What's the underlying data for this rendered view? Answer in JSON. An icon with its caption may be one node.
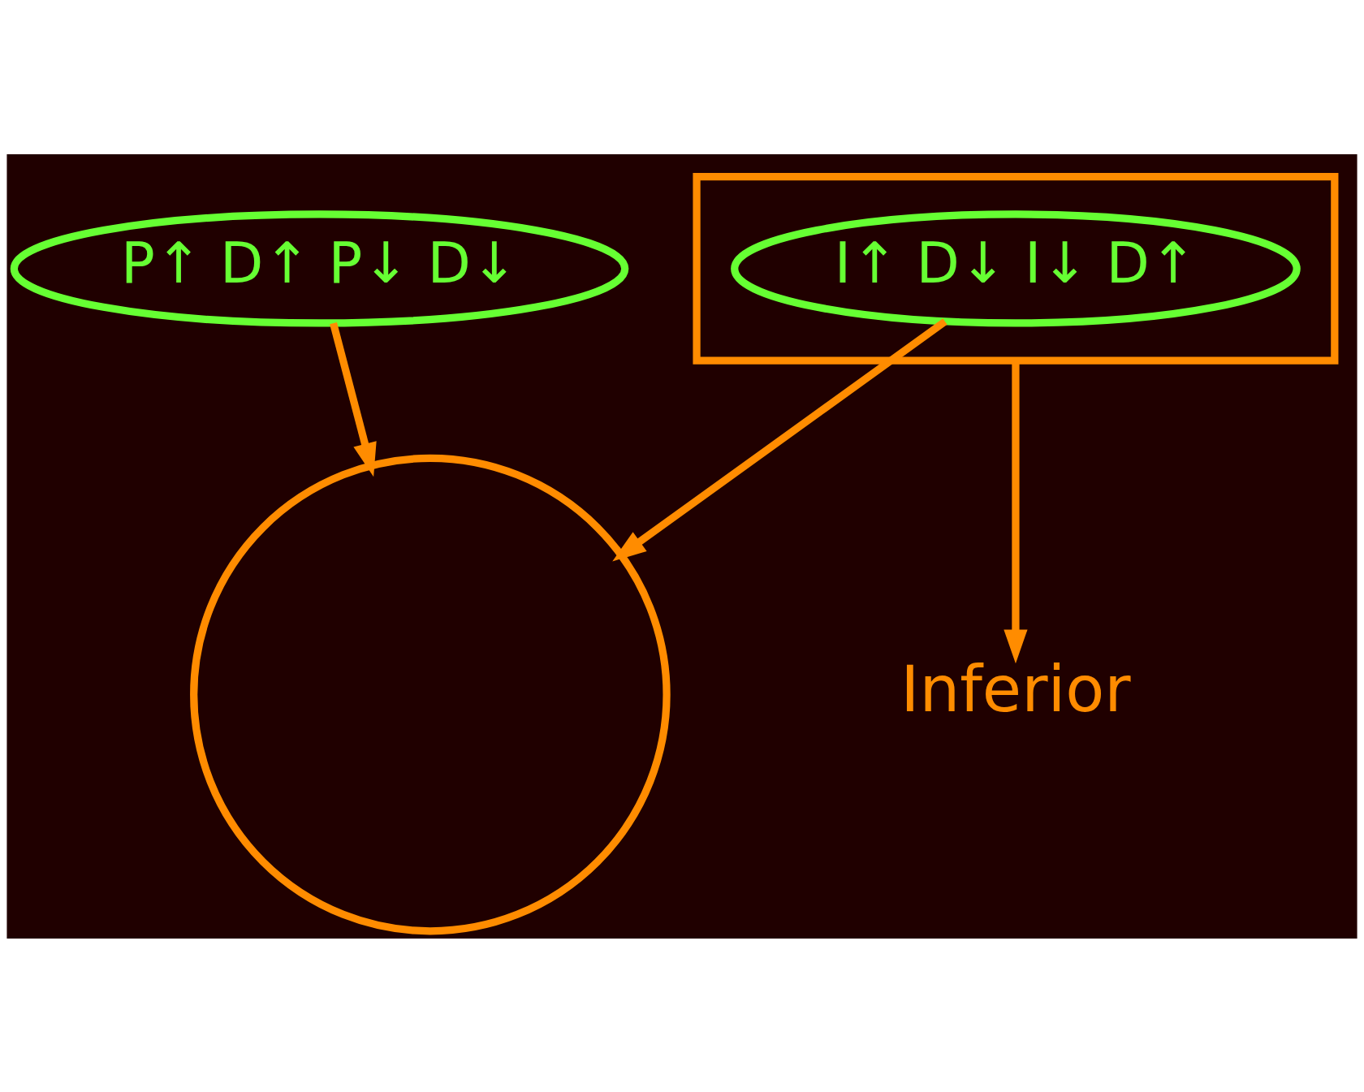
{
  "diagram": {
    "nodes": [
      {
        "text": [
          "P↑ D↑ P↓ D↓"
        ]
      },
      {
        "text": [],
        "shape": "box"
      },
      {
        "text": [
          "I↑ D↓ I↓ D↑"
        ],
        "in": 1
      },
      {
        "text": [],
        "shape": "circle"
      },
      {
        "text": [
          "Inferior"
        ]
      }
    ],
    "edges": [
      {
        "from": 0,
        "to": 3,
        "arrow": "to"
      },
      {
        "from": 2,
        "to": 3,
        "arrow": "to"
      },
      {
        "from": 1,
        "to": 4,
        "arrow": "to"
      }
    ]
  }
}
